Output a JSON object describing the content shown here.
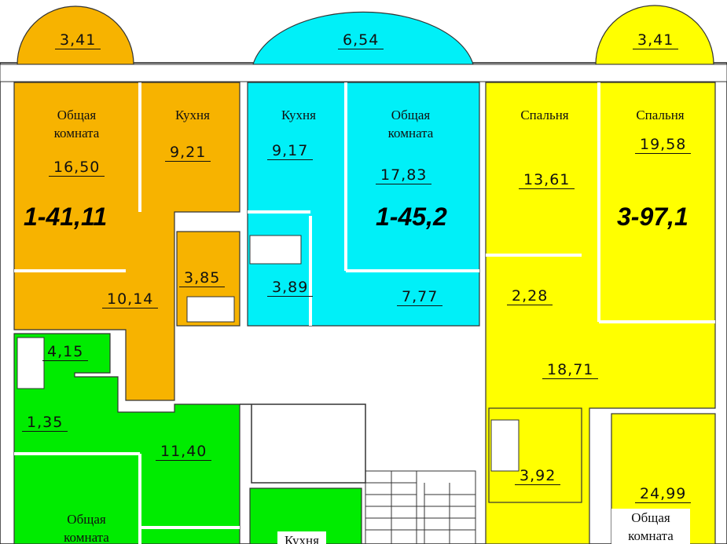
{
  "colors": {
    "apt_1_41": "#f7b300",
    "apt_1_45": "#00f0f8",
    "apt_3_97": "#ffff00",
    "apt_green": "#00ec00"
  },
  "apartments": {
    "orange": {
      "title": "1-41,11",
      "balcony": "3,41",
      "living_label": "Общая комната",
      "living": "16,50",
      "kitchen_label": "Кухня",
      "kitchen": "9,21",
      "bath": "3,85",
      "hall": "10,14"
    },
    "cyan": {
      "title": "1-45,2",
      "balcony": "6,54",
      "kitchen_label": "Кухня",
      "kitchen": "9,17",
      "living_label": "Общая комната",
      "living": "17,83",
      "bath": "3,89",
      "hall": "7,77"
    },
    "yellow": {
      "title": "3-97,1",
      "balcony": "3,41",
      "bedroom1_label": "Спальня",
      "bedroom1": "13,61",
      "bedroom2_label": "Спальня",
      "bedroom2": "19,58",
      "wc": "2,28",
      "hall": "18,71",
      "bath": "3,92",
      "living": "24,99",
      "living_label": "Общая комната"
    },
    "green": {
      "bath": "4,15",
      "wc": "1,35",
      "hall": "11,40",
      "living_label": "Общая комната",
      "kitchen_label": "Кухня"
    }
  }
}
